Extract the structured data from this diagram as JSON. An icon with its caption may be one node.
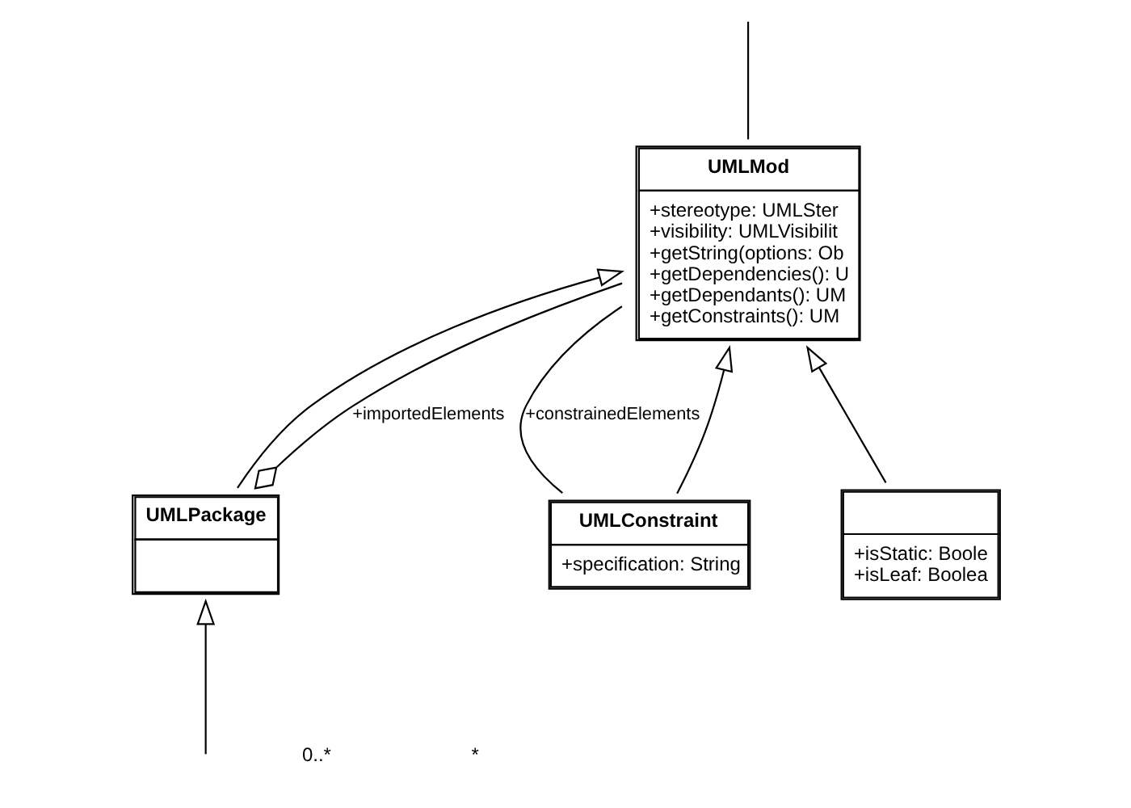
{
  "diagram": {
    "nodes": [
      {
        "text": [
          "UMLMod",
          "+stereotype: UMLSter",
          "+visibility: UMLVisibilit",
          "+getString(options: Ob",
          "+getDependencies(): U",
          "+getDependants(): UM",
          "+getConstraints(): UM"
        ]
      },
      {
        "text": [
          "UMLConstraint",
          "+specification: String"
        ]
      },
      {
        "text": [
          "UMLPackage"
        ]
      },
      {
        "text": [
          "+isStatic: Boole",
          "+isLeaf: Boolea"
        ]
      }
    ],
    "edges": [
      {
        "from": 0,
        "to": null,
        "arrow": "none"
      },
      {
        "from": 1,
        "to": 0,
        "arrow": "none",
        "label": "+constrainedElements"
      },
      {
        "from": 0,
        "to": 2,
        "arrow": "other",
        "label": "+importedElements"
      },
      {
        "from": 1,
        "to": 0,
        "arrow": "to"
      },
      {
        "from": 2,
        "to": 0,
        "arrow": "to"
      },
      {
        "from": 3,
        "to": 0,
        "arrow": "to"
      },
      {
        "from": null,
        "to": 2,
        "arrow": "to"
      }
    ],
    "labels": [
      "0..*",
      "*"
    ]
  }
}
